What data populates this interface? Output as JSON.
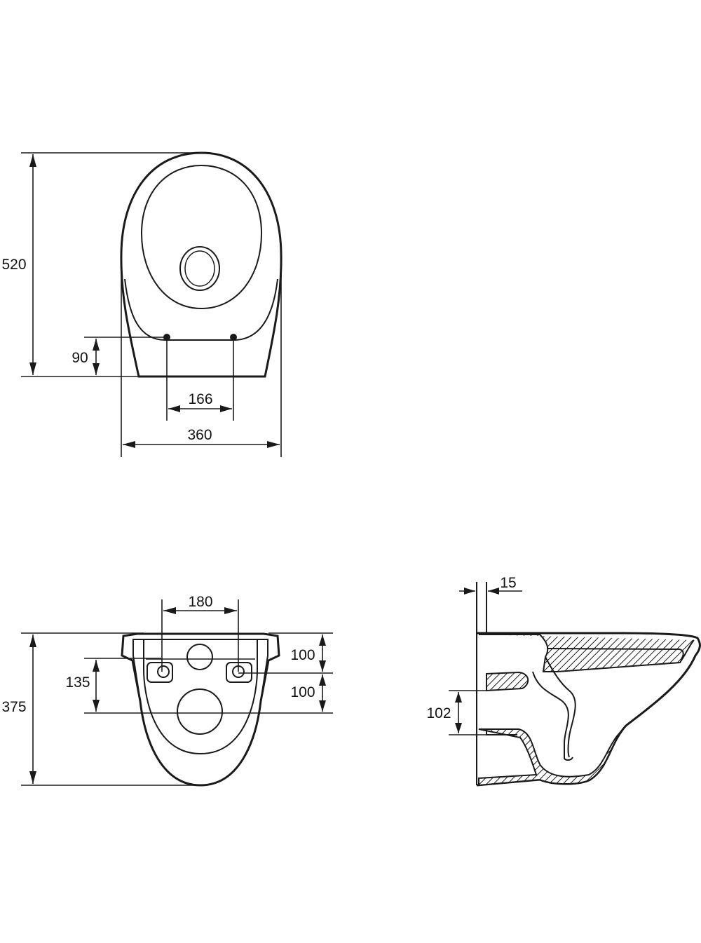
{
  "top_view": {
    "dim_length": "520",
    "dim_hole_offset": "90",
    "dim_hole_spacing": "166",
    "dim_width": "360"
  },
  "rear_view": {
    "dim_height": "375",
    "dim_bolt_spacing": "180",
    "dim_upper": "100",
    "dim_lower": "100",
    "dim_drain": "135"
  },
  "side_view": {
    "dim_wall": "15",
    "dim_outlet": "102"
  },
  "colors": {
    "line": "#1a1a1a",
    "background": "#ffffff"
  }
}
